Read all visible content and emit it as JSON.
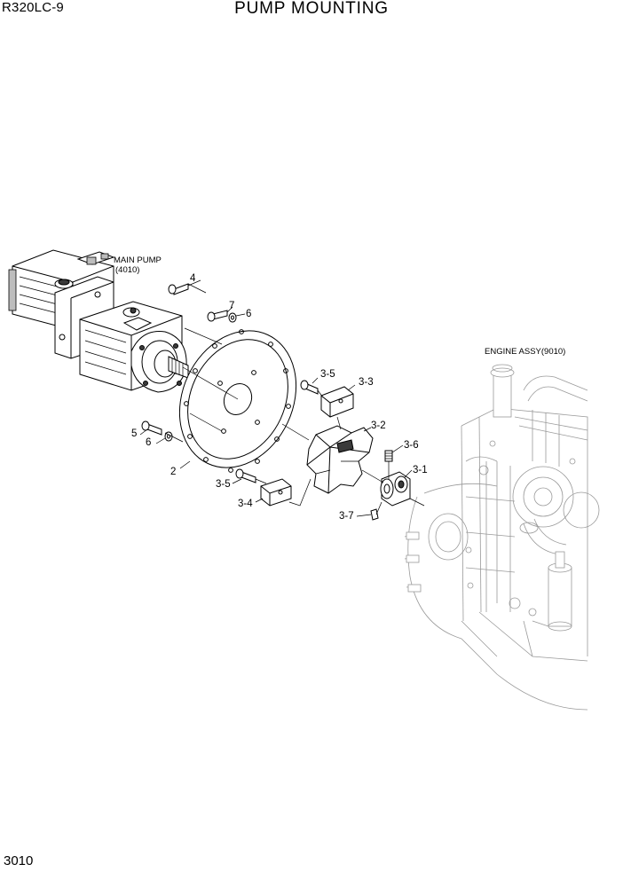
{
  "header": {
    "model": "R320LC-9",
    "title": "PUMP MOUNTING"
  },
  "footer": {
    "page_number": "3010"
  },
  "diagram": {
    "assembly_captions": {
      "main_pump_line1": "MAIN PUMP",
      "main_pump_line2": "(4010)",
      "engine_assy": "ENGINE ASSY(9010)"
    },
    "callouts": {
      "c2": "2",
      "c3_1": "3-1",
      "c3_2": "3-2",
      "c3_3": "3-3",
      "c3_4": "3-4",
      "c3_5_top": "3-5",
      "c3_5_bottom": "3-5",
      "c3_6": "3-6",
      "c3_7": "3-7",
      "c4": "4",
      "c5": "5",
      "c6_top": "6",
      "c6_bottom": "6",
      "c7": "7"
    }
  }
}
